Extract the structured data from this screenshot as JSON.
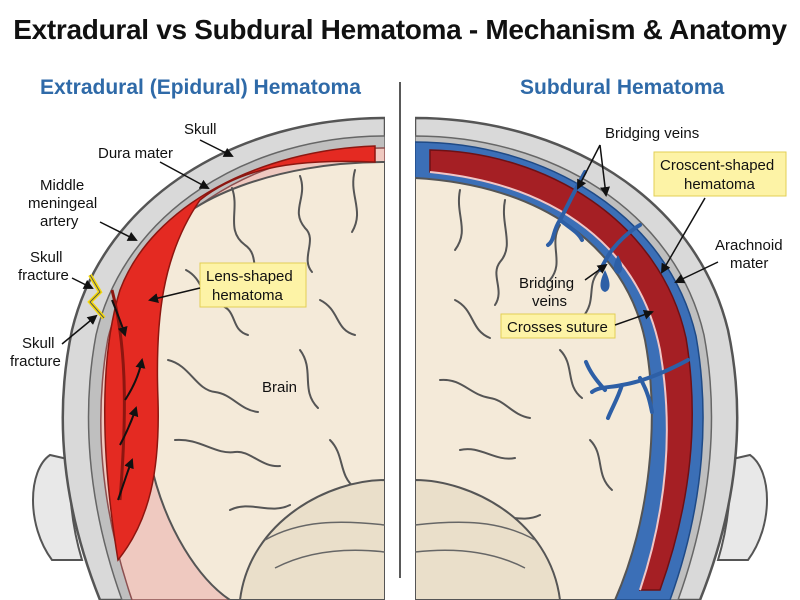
{
  "title": "Extradural vs Subdural Hematoma - Mechanism & Anatomy",
  "left": {
    "title": "Extradural (Epidural) Hematoma",
    "skull": "Skull",
    "dura": "Dura mater",
    "artery": [
      "Middle",
      "meningeal",
      "artery"
    ],
    "fracture1": [
      "Skull",
      "fracture"
    ],
    "fracture2": [
      "Skull",
      "fracture"
    ],
    "lens": [
      "Lens-shaped",
      "hematoma"
    ],
    "brain": "Brain"
  },
  "right": {
    "title": "Subdural Hematoma",
    "bridging_top": "Bridging veins",
    "bridging_mid": [
      "Bridging",
      "veins"
    ],
    "crescent": [
      "Croscent-shaped",
      "hematoma"
    ],
    "arachnoid": [
      "Arachnoid",
      "mater"
    ],
    "suture": "Crosses suture"
  },
  "colors": {
    "epidural_blood": "#e42a22",
    "subdural_blood": "#a51f24",
    "vein_blue": "#3b6fb7",
    "skull_gray": "#d9d9d9",
    "brain_tan": "#f4ead9",
    "callout_yellow": "#fdf3a6",
    "title_blue": "#2f6aa8"
  }
}
